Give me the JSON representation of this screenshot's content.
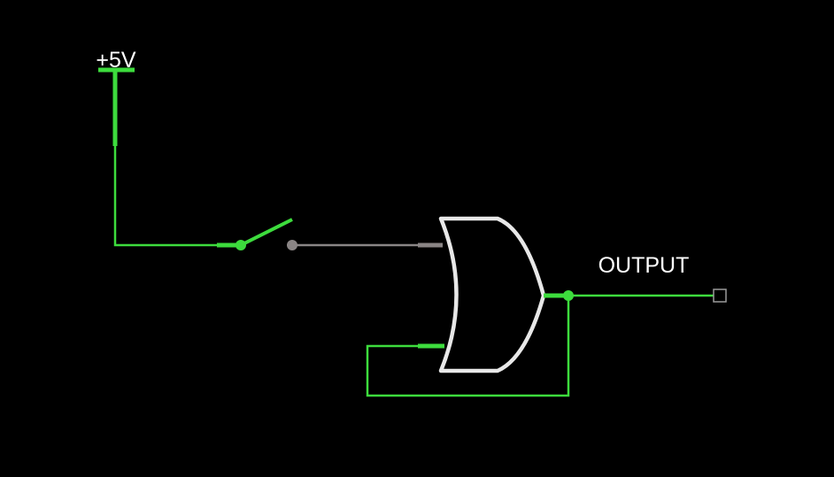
{
  "labels": {
    "supply": "+5V",
    "output": "OUTPUT"
  },
  "components": {
    "power_source": "power-rail",
    "switch": "open-switch",
    "gate": "or-gate",
    "output_probe": "output-terminal"
  },
  "state": {
    "switch_closed": false,
    "supply_wire_live": true,
    "gate_input_a_live": false,
    "gate_input_b_live": true,
    "output_live": true
  },
  "colors": {
    "background": "#000000",
    "live_wire": "#3ddc3d",
    "dead_wire": "#8a8585",
    "gate_outline": "#e8e8e8",
    "label_text": "#ffffff",
    "terminal": "#9a9a9a"
  }
}
